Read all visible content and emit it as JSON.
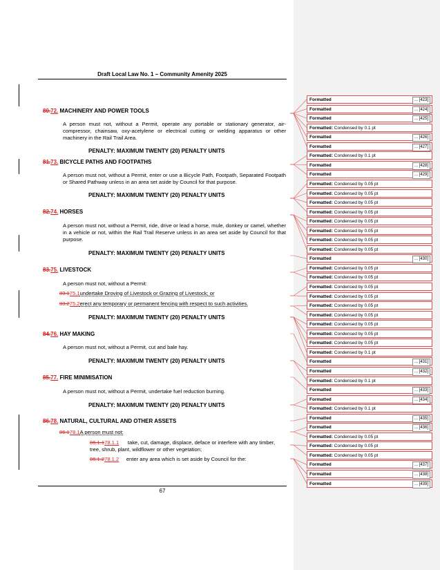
{
  "header": {
    "title": "Draft Local Law No. 1 – Community Amenity 2025"
  },
  "sections": [
    {
      "del_num": "80.",
      "ins_num": "72.",
      "title": "MACHINERY AND POWER TOOLS",
      "body": "A person must not, without a Permit, operate any portable or stationary generator, air-compressor, chainsaw, oxy-acetylene or electrical cutting or welding apparatus or other machinery in the Rail Trail Area.",
      "penalty": "PENALTY: MAXIMUM TWENTY (20) PENALTY UNITS"
    },
    {
      "del_num": "81.",
      "ins_num": "73.",
      "title": "BICYCLE PATHS AND FOOTPATHS",
      "body": "A person must not, without a Permit, enter or use a Bicycle Path, Footpath, Separated Footpath or Shared Pathway unless in an area set aside by Council for that purpose.",
      "penalty": "PENALTY: MAXIMUM TWENTY (20) PENALTY UNITS"
    },
    {
      "del_num": "82.",
      "ins_num": "74.",
      "title": "HORSES",
      "body": "A person must not, without a Permit, ride, drive or lead a horse, mule, donkey or camel, whether in a vehicle or not, within the Rail Trail Reserve unless in an area set aside by Council for that purpose.",
      "penalty": "PENALTY: MAXIMUM TWENTY (20) PENALTY UNITS"
    },
    {
      "del_num": "83.",
      "ins_num": "75.",
      "title": "LIVESTOCK",
      "body": "A person must not, without a Permit:",
      "items": [
        {
          "del": "83.1",
          "ins": "75.1",
          "text": "undertake Droving of Livestock or Grazing of Livestock; or"
        },
        {
          "del": "83.2",
          "ins": "75.2",
          "text": "erect any temporary or permanent fencing with respect to such activities."
        }
      ],
      "penalty": "PENALTY: MAXIMUM TWENTY (20) PENALTY UNITS"
    },
    {
      "del_num": "84.",
      "ins_num": "76.",
      "title": "HAY MAKING",
      "body": "A person must not, without a Permit, cut and bale hay.",
      "penalty": "PENALTY: MAXIMUM TWENTY (20) PENALTY UNITS"
    },
    {
      "del_num": "85.",
      "ins_num": "77.",
      "title": "FIRE MINIMISATION",
      "body": "A person must not, without a Permit, undertake fuel reduction burning.",
      "penalty": "PENALTY: MAXIMUM TWENTY (20) PENALTY UNITS"
    },
    {
      "del_num": "86.",
      "ins_num": "78.",
      "title": "NATURAL, CULTURAL AND OTHER ASSETS",
      "sub_del": "86.1",
      "sub_ins": "78.1",
      "sub_text": "A person must not:",
      "items": [
        {
          "del": "86.1.1",
          "ins": "78.1.1",
          "text": "take, cut, damage, displace, deface or interfere with any timber, tree, shrub, plant, wildflower or other vegetation;"
        },
        {
          "del": "86.1.2",
          "ins": "78.1.2",
          "text": "enter any area which is set aside by Council for the:"
        }
      ]
    }
  ],
  "footer": {
    "page_number": "67"
  },
  "balloons": [
    {
      "label": "Formatted",
      "detail": "",
      "ref": "... [423]"
    },
    {
      "label": "Formatted",
      "detail": "",
      "ref": "... [424]"
    },
    {
      "label": "Formatted",
      "detail": "",
      "ref": "... [425]"
    },
    {
      "label": "Formatted:",
      "detail": " Condensed by  0.1 pt",
      "ref": ""
    },
    {
      "label": "Formatted",
      "detail": "",
      "ref": "... [426]"
    },
    {
      "label": "Formatted",
      "detail": "",
      "ref": "... [427]"
    },
    {
      "label": "Formatted:",
      "detail": " Condensed by  0.1 pt",
      "ref": ""
    },
    {
      "label": "Formatted",
      "detail": "",
      "ref": "... [428]"
    },
    {
      "label": "Formatted",
      "detail": "",
      "ref": "... [429]"
    },
    {
      "label": "Formatted:",
      "detail": " Condensed by  0.05 pt",
      "ref": ""
    },
    {
      "label": "Formatted:",
      "detail": " Condensed by  0.05 pt",
      "ref": ""
    },
    {
      "label": "Formatted:",
      "detail": " Condensed by  0.05 pt",
      "ref": ""
    },
    {
      "label": "Formatted:",
      "detail": " Condensed by  0.05 pt",
      "ref": ""
    },
    {
      "label": "Formatted:",
      "detail": " Condensed by  0.05 pt",
      "ref": ""
    },
    {
      "label": "Formatted:",
      "detail": " Condensed by  0.05 pt",
      "ref": ""
    },
    {
      "label": "Formatted:",
      "detail": " Condensed by  0.05 pt",
      "ref": ""
    },
    {
      "label": "Formatted:",
      "detail": " Condensed by  0.05 pt",
      "ref": ""
    },
    {
      "label": "Formatted",
      "detail": "",
      "ref": "... [430]"
    },
    {
      "label": "Formatted:",
      "detail": " Condensed by  0.05 pt",
      "ref": ""
    },
    {
      "label": "Formatted:",
      "detail": " Condensed by  0.05 pt",
      "ref": ""
    },
    {
      "label": "Formatted:",
      "detail": " Condensed by  0.05 pt",
      "ref": ""
    },
    {
      "label": "Formatted:",
      "detail": " Condensed by  0.05 pt",
      "ref": ""
    },
    {
      "label": "Formatted:",
      "detail": " Condensed by  0.05 pt",
      "ref": ""
    },
    {
      "label": "Formatted:",
      "detail": " Condensed by  0.05 pt",
      "ref": ""
    },
    {
      "label": "Formatted:",
      "detail": " Condensed by  0.05 pt",
      "ref": ""
    },
    {
      "label": "Formatted:",
      "detail": " Condensed by  0.05 pt",
      "ref": ""
    },
    {
      "label": "Formatted:",
      "detail": " Condensed by  0.05 pt",
      "ref": ""
    },
    {
      "label": "Formatted:",
      "detail": " Condensed by  0.1 pt",
      "ref": ""
    },
    {
      "label": "Formatted",
      "detail": "",
      "ref": "... [431]"
    },
    {
      "label": "Formatted",
      "detail": "",
      "ref": "... [432]"
    },
    {
      "label": "Formatted:",
      "detail": " Condensed by  0.1 pt",
      "ref": ""
    },
    {
      "label": "Formatted",
      "detail": "",
      "ref": "... [433]"
    },
    {
      "label": "Formatted",
      "detail": "",
      "ref": "... [434]"
    },
    {
      "label": "Formatted:",
      "detail": " Condensed by  0.1 pt",
      "ref": ""
    },
    {
      "label": "Formatted",
      "detail": "",
      "ref": "... [435]"
    },
    {
      "label": "Formatted",
      "detail": "",
      "ref": "... [436]"
    },
    {
      "label": "Formatted:",
      "detail": " Condensed by  0.05 pt",
      "ref": ""
    },
    {
      "label": "Formatted:",
      "detail": " Condensed by  0.05 pt",
      "ref": ""
    },
    {
      "label": "Formatted:",
      "detail": " Condensed by  0.05 pt",
      "ref": ""
    },
    {
      "label": "Formatted",
      "detail": "",
      "ref": "... [437]"
    },
    {
      "label": "Formatted",
      "detail": "",
      "ref": "... [438]"
    },
    {
      "label": "Formatted",
      "detail": "",
      "ref": "... [439]"
    }
  ],
  "colors": {
    "revision": "#dd2222",
    "balloon_border": "#e05050",
    "margin_pane": "#f2f2f2"
  }
}
